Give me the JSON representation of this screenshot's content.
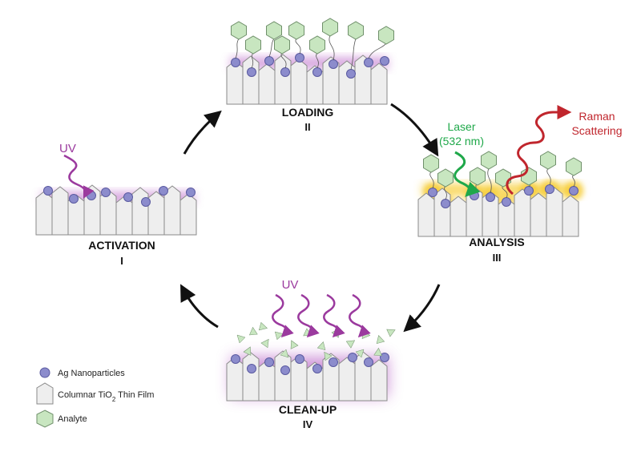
{
  "stages": {
    "activation": {
      "title": "ACTIVATION",
      "numeral": "I",
      "uv_label": "UV"
    },
    "loading": {
      "title": "LOADING",
      "numeral": "II"
    },
    "analysis": {
      "title": "ANALYSIS",
      "numeral": "III",
      "laser_line1": "Laser",
      "laser_line2": "(532 nm)",
      "raman_line1": "Raman",
      "raman_line2": "Scattering"
    },
    "cleanup": {
      "title": "CLEAN-UP",
      "numeral": "IV",
      "uv_label": "UV"
    }
  },
  "legend": {
    "nanoparticles": "Ag Nanoparticles",
    "film_prefix": "Columnar TiO",
    "film_subscript": "2",
    "film_suffix": " Thin Film",
    "analyte": "Analyte"
  },
  "colors": {
    "uv": "#9b3a9e",
    "laser": "#1fa84a",
    "raman": "#c0262d",
    "nanoparticle": "#8c8ccc",
    "analyte": "#c8e6c0",
    "analyte_stroke": "#6f8f6a",
    "film": "#eeeeee",
    "film_stroke": "#8a8a8a",
    "glow_purple": "#b04fc0",
    "glow_yellow": "#f5c518"
  }
}
